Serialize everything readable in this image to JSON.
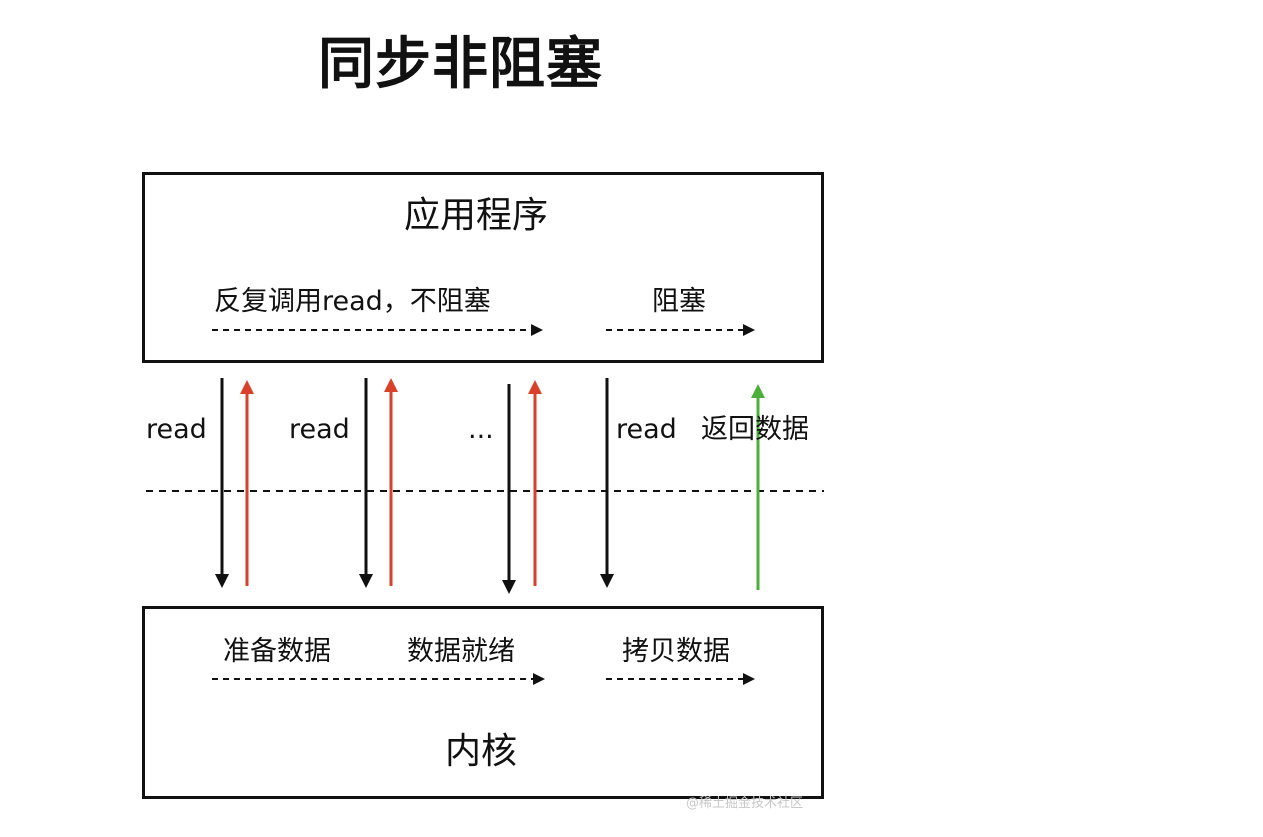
{
  "title": "同步非阻塞",
  "application": {
    "label": "应用程序",
    "phase_repeat": "反复调用read，不阻塞",
    "phase_blocked": "阻塞"
  },
  "kernel": {
    "label": "内核",
    "phase_prepare": "准备数据",
    "phase_ready": "数据就绪",
    "phase_copy": "拷贝数据"
  },
  "calls": [
    {
      "label": "read"
    },
    {
      "label": "read"
    },
    {
      "label": "..."
    },
    {
      "label": "read"
    }
  ],
  "return_label": "返回数据",
  "colors": {
    "call": "#111111",
    "not_ready_return": "#d9412b",
    "data_return": "#4caf3a"
  },
  "watermark": "@稀土掘金技术社区"
}
